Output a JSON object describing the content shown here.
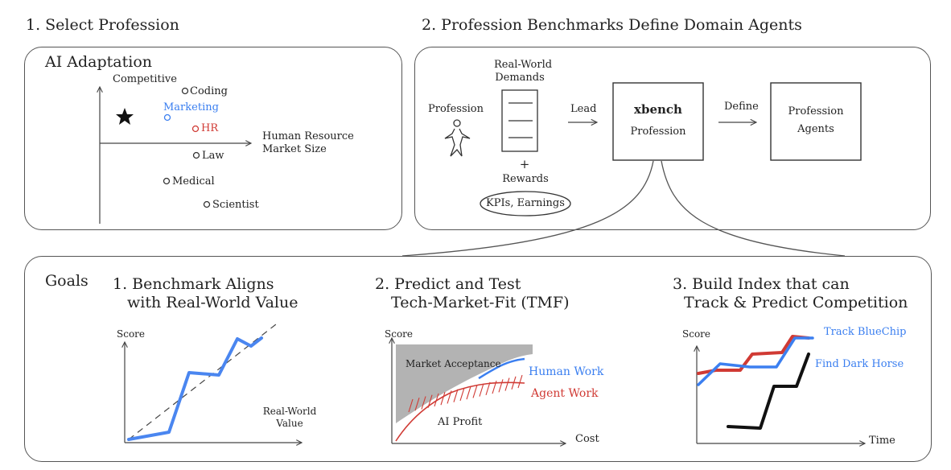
{
  "section1": {
    "heading": "1. Select Profession",
    "box_title": "AI Adaptation",
    "y_axis": "Competitive",
    "x_axis_line1": "Human Resource",
    "x_axis_line2": "Market Size",
    "items": [
      "Coding",
      "Marketing",
      "HR",
      "Law",
      "Medical",
      "Scientist"
    ]
  },
  "section2": {
    "heading": "2. Profession Benchmarks Define Domain Agents",
    "profession": "Profession",
    "demands_line1": "Real-World",
    "demands_line2": "Demands",
    "plus": "+",
    "rewards": "Rewards",
    "kpis": "KPIs, Earnings",
    "lead": "Lead",
    "xbench": "xbench",
    "xbench_sub": "Profession",
    "define": "Define",
    "agents_line1": "Profession",
    "agents_line2": "Agents"
  },
  "goals": {
    "label": "Goals",
    "g1_line1": "1. Benchmark Aligns",
    "g1_line2": "with Real-World Value",
    "g2_line1": "2. Predict and Test",
    "g2_line2": "Tech-Market-Fit (TMF)",
    "g3_line1": "3. Build Index that can",
    "g3_line2": "Track & Predict Competition"
  },
  "chart1": {
    "ylabel": "Score",
    "xlabel_line1": "Real-World",
    "xlabel_line2": "Value"
  },
  "chart2": {
    "ylabel": "Score",
    "xlabel": "Cost",
    "market": "Market Acceptance",
    "human": "Human Work",
    "agent": "Agent Work",
    "profit": "AI Profit"
  },
  "chart3": {
    "ylabel": "Score",
    "xlabel": "Time",
    "track": "Track BlueChip",
    "find": "Find Dark Horse"
  },
  "colors": {
    "blue": "#3b7ff0",
    "red": "#d03a34",
    "gray": "#b3b3b3",
    "black": "#111111"
  }
}
